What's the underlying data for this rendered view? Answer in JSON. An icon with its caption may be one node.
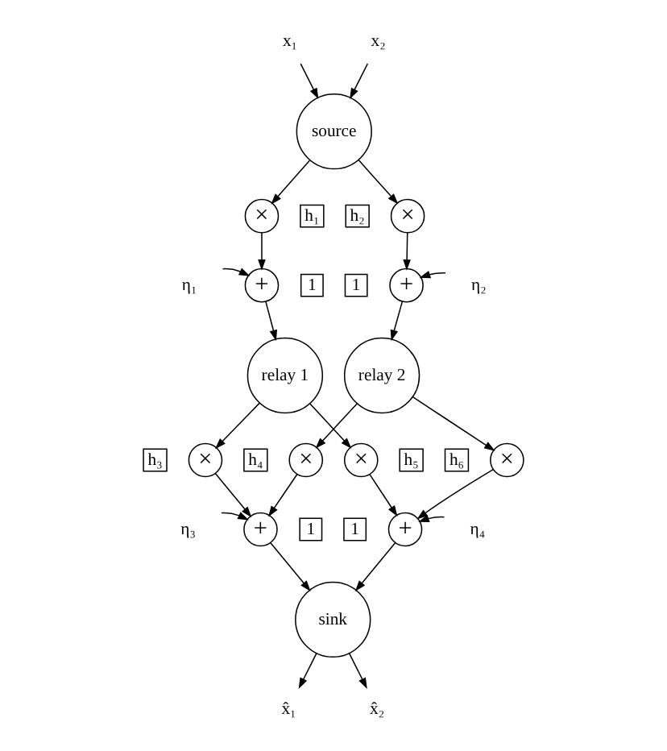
{
  "diagram": {
    "nodes": [
      {
        "text": [
          "x₁"
        ]
      },
      {
        "text": [
          "x₂"
        ]
      },
      {
        "text": [
          "source"
        ]
      },
      {
        "text": [
          "×"
        ],
        "beside": [
          "h₁"
        ]
      },
      {
        "text": [
          "×"
        ],
        "beside": [
          "h₂"
        ]
      },
      {
        "text": [
          "η₁"
        ]
      },
      {
        "text": [
          "+"
        ],
        "beside": [
          "1"
        ]
      },
      {
        "text": [
          "+"
        ],
        "beside": [
          "1"
        ]
      },
      {
        "text": [
          "η₂"
        ]
      },
      {
        "text": [
          "relay 1"
        ]
      },
      {
        "text": [
          "relay 2"
        ]
      },
      {
        "text": [
          "×"
        ],
        "beside": [
          "h₃"
        ]
      },
      {
        "text": [
          "×"
        ],
        "beside": [
          "h₄"
        ]
      },
      {
        "text": [
          "×"
        ],
        "beside": [
          "h₅"
        ]
      },
      {
        "text": [
          "×"
        ],
        "beside": [
          "h₆"
        ]
      },
      {
        "text": [
          "η₃"
        ]
      },
      {
        "text": [
          "+"
        ],
        "beside": [
          "1"
        ]
      },
      {
        "text": [
          "+"
        ],
        "beside": [
          "1"
        ]
      },
      {
        "text": [
          "η₄"
        ]
      },
      {
        "text": [
          "sink"
        ]
      },
      {
        "text": [
          "x̂₁"
        ]
      },
      {
        "text": [
          "x̂₂"
        ]
      }
    ],
    "edges": [
      {
        "from": 0,
        "to": 2,
        "arrow": "to"
      },
      {
        "from": 1,
        "to": 2,
        "arrow": "to"
      },
      {
        "from": 2,
        "to": 3,
        "arrow": "to"
      },
      {
        "from": 2,
        "to": 4,
        "arrow": "to"
      },
      {
        "from": 3,
        "to": 6,
        "arrow": "to"
      },
      {
        "from": 5,
        "to": 6,
        "arrow": "to"
      },
      {
        "from": 4,
        "to": 7,
        "arrow": "to"
      },
      {
        "from": 8,
        "to": 7,
        "arrow": "to"
      },
      {
        "from": 6,
        "to": 9,
        "arrow": "to"
      },
      {
        "from": 7,
        "to": 10,
        "arrow": "to"
      },
      {
        "from": 9,
        "to": 11,
        "arrow": "to"
      },
      {
        "from": 9,
        "to": 13,
        "arrow": "to"
      },
      {
        "from": 10,
        "to": 12,
        "arrow": "to"
      },
      {
        "from": 10,
        "to": 14,
        "arrow": "to"
      },
      {
        "from": 11,
        "to": 16,
        "arrow": "to"
      },
      {
        "from": 12,
        "to": 16,
        "arrow": "to"
      },
      {
        "from": 15,
        "to": 16,
        "arrow": "to"
      },
      {
        "from": 13,
        "to": 17,
        "arrow": "to"
      },
      {
        "from": 14,
        "to": 17,
        "arrow": "to"
      },
      {
        "from": 18,
        "to": 17,
        "arrow": "to"
      },
      {
        "from": 16,
        "to": 19,
        "arrow": "to"
      },
      {
        "from": 17,
        "to": 19,
        "arrow": "to"
      },
      {
        "from": 19,
        "to": 20,
        "arrow": "to"
      },
      {
        "from": 19,
        "to": 21,
        "arrow": "to"
      }
    ]
  }
}
